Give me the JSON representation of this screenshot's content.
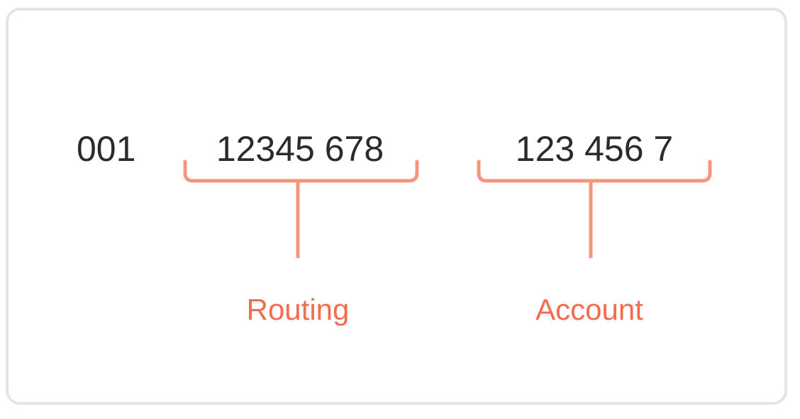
{
  "diagram": {
    "prefix_number": "001",
    "routing_number": "12345 678",
    "account_number": "123 456 7",
    "routing_label": "Routing",
    "account_label": "Account",
    "accent_color": "#f7957c",
    "label_color": "#f26d4f",
    "text_color": "#2b2b2b",
    "border_color": "#e4e4e4"
  }
}
